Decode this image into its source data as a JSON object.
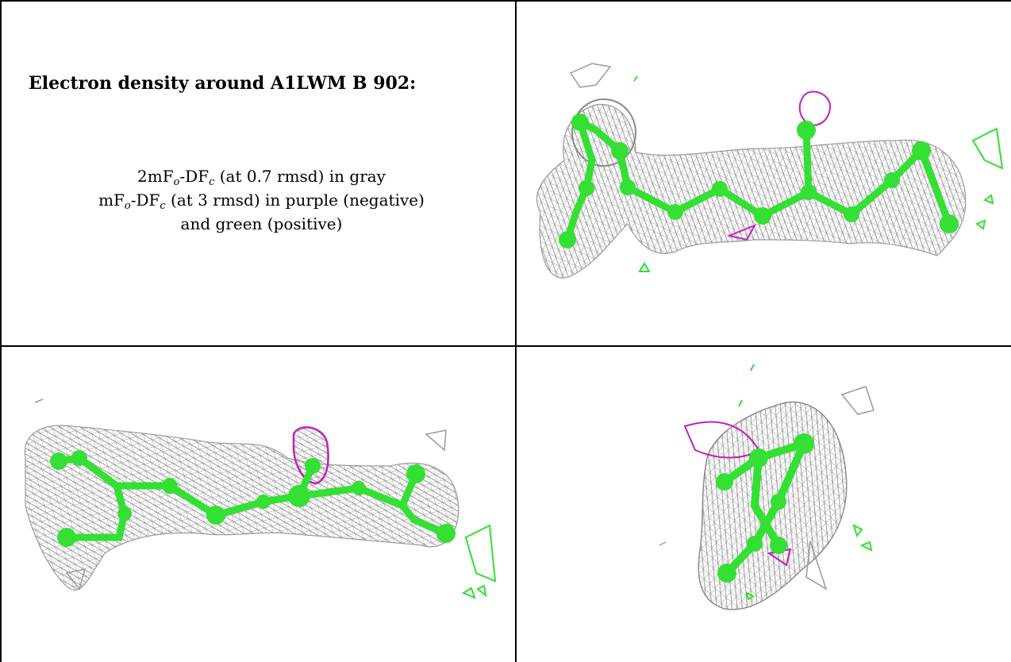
{
  "title": "Electron density around A1LWM B 902:",
  "legend": {
    "line1": {
      "pre": "2mF",
      "sub1": "o",
      "mid": "-DF",
      "sub2": "c",
      "post": " (at 0.7 rmsd) in gray"
    },
    "line2": {
      "pre": "mF",
      "sub1": "o",
      "mid": "-DF",
      "sub2": "c",
      "post": " (at 3 rmsd) in purple (negative)"
    },
    "line3": "and green (positive)"
  },
  "colors": {
    "map_2fofc": "#9a9a9a",
    "map_negative": "#c020c0",
    "map_positive": "#30e030",
    "ligand": "#33e033",
    "grid": "#000000"
  },
  "panels": [
    {
      "view": "top-right",
      "content": "ligand-density-view-1"
    },
    {
      "view": "bottom-left",
      "content": "ligand-density-view-2"
    },
    {
      "view": "bottom-right",
      "content": "ligand-density-view-3"
    }
  ]
}
